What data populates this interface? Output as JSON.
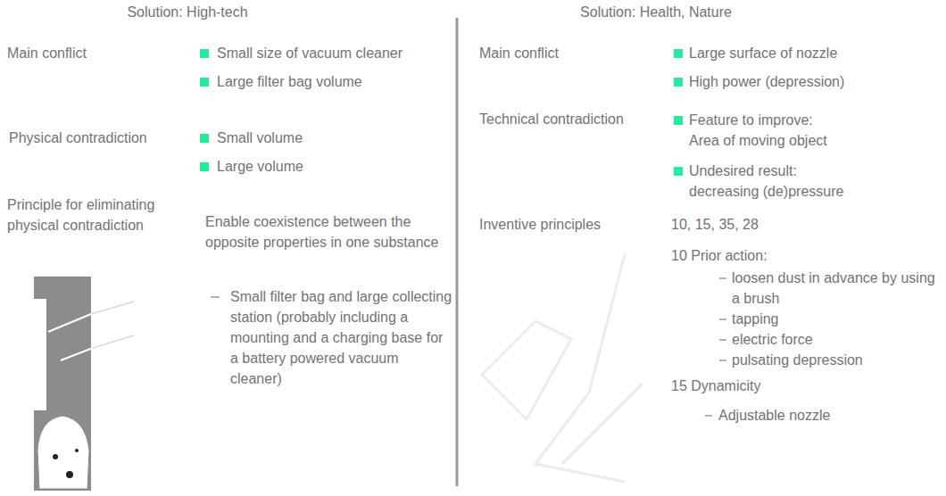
{
  "diagram": {
    "labels": [
      "Solution: High-tech",
      "Main conflict",
      "Small size of vacuum cleaner",
      "Large filter bag volume",
      "Physical contradiction",
      "Small volume",
      "Large volume",
      "Principle for eliminating physical contradiction",
      "Enable coexistence between the opposite properties in one substance",
      "Small filter bag and large collecting station (probably including a mounting and a charging base for a battery powered vacuum cleaner)",
      "Solution: Health, Nature",
      "Main conflict",
      "Large surface of nozzle",
      "High power (depression)",
      "Technical contradiction",
      "Feature to improve:",
      "Area of moving object",
      "Undesired result:",
      "decreasing (de)pressure",
      "Inventive principles",
      "10, 15, 35, 28",
      "10 Prior action:",
      "loosen dust in advance by using a brush",
      "tapping",
      "electric force",
      "pulsating depression",
      "15 Dynamicity",
      "Adjustable nozzle"
    ]
  }
}
